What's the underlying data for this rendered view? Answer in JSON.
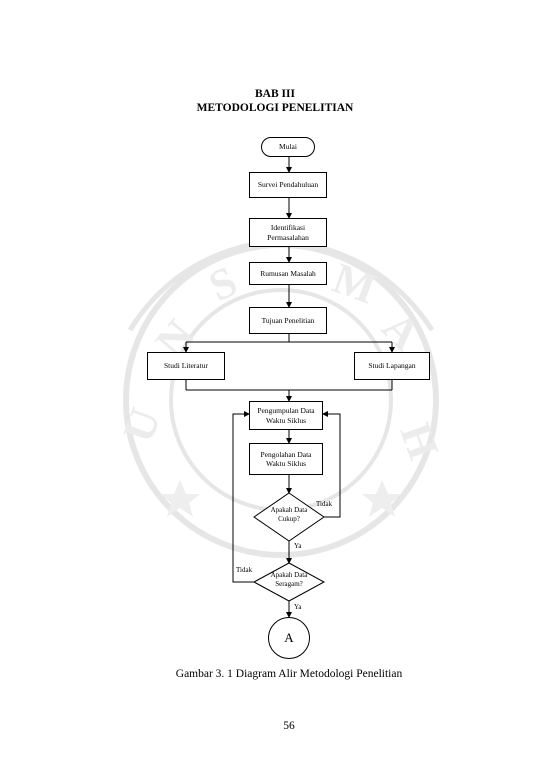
{
  "chapter_label": "BAB III",
  "chapter_title": "METODOLOGI PENELITIAN",
  "flowchart": {
    "start": "Mulai",
    "survey": "Survei Pendahuluan",
    "problem_id": "Identifikasi Permasalahan",
    "formulation": "Rumusan Masalah",
    "objective": "Tujuan Penelitian",
    "literature": "Studi Literatur",
    "field": "Studi Lapangan",
    "data_collection": "Pengumpulan Data Waktu Siklus",
    "data_processing": "Pengolahan Data Waktu Siklus",
    "decision_sufficient": "Apakah Data Cukup?",
    "decision_uniform": "Apakah Data Seragam?",
    "yes_label": "Ya",
    "no_label": "Tidak",
    "connector": "A"
  },
  "caption": "Gambar 3. 1 Diagram Alir Metodologi Penelitian",
  "page_number": "56"
}
